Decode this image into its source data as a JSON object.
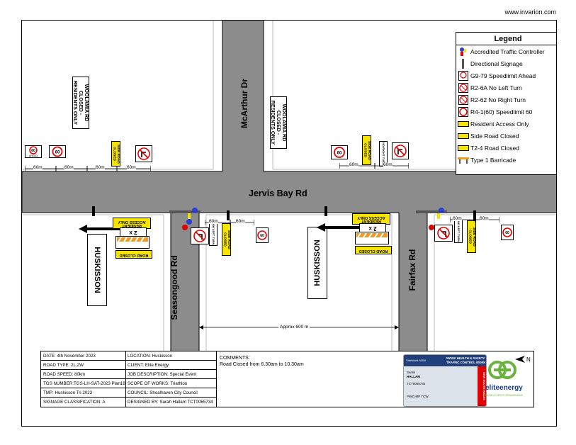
{
  "website": "www.invarion.com",
  "roads": {
    "main": "Jervis Bay Rd",
    "north": "McArthur Dr",
    "side_left": "Seasongood Rd",
    "side_right": "Fairfax Rd"
  },
  "signs": {
    "woolamia": "WOOLAMIA RD CLOSED - RESIDENTS ONLY",
    "huskisson": "HUSKISSON",
    "side_road_closed": "SIDE ROAD CLOSED",
    "no_right_turn": "NO RIGHT TURN",
    "no_left_turn": "NO LEFT TURN",
    "speed_ahead": "AHEAD",
    "speed": "60",
    "resident_access": "RESIDENT ACCESS ONLY",
    "road_closed": "ROAD CLOSED",
    "two_x": "2 x"
  },
  "dimensions": {
    "d60m": "60m",
    "approx": "Approx 600 m"
  },
  "legend": {
    "title": "Legend",
    "items": [
      {
        "icon": "traffic-controller-icon",
        "label": "Accredited Traffic Controller"
      },
      {
        "icon": "directional-signage-icon",
        "label": "Directional Signage"
      },
      {
        "icon": "speedlimit-ahead-icon",
        "label": "G9-79 Speedlimit Ahead"
      },
      {
        "icon": "no-left-turn-icon",
        "label": "R2-6A No Left Turn"
      },
      {
        "icon": "no-right-turn-icon",
        "label": "R2-62 No Right Turn"
      },
      {
        "icon": "speedlimit-60-icon",
        "label": "R4-1(60) Speedlimit 60"
      },
      {
        "icon": "resident-access-icon",
        "label": "Resident Access Only"
      },
      {
        "icon": "side-road-closed-icon",
        "label": "Side Road Closed"
      },
      {
        "icon": "road-closed-icon",
        "label": "T2-4 Road Closed"
      },
      {
        "icon": "barricade-icon",
        "label": "Type 1 Barricade"
      }
    ]
  },
  "info": {
    "date": "DATE: 4th November 2023",
    "road_type": "ROAD TYPE: 2L,2W",
    "road_speed": "ROAD SPEED: 80km",
    "tgs_number": "TGS NUMBER:TGS-LH-SAT-2023 Plan18",
    "tmp": "TMP: Huskisson Tri 2023",
    "signage": "SIGNAGE CLASSIFICATION: A",
    "location": "LOCATION: Huskisson",
    "client": "CLIENT: Elite Energy",
    "job": "JOB DESCRIPTION: Special Event",
    "scope": "SCOPE OF WORKS: Triathlon",
    "council": "COUNCIL: Shoalhaven City Council",
    "designed": "DESIGNED BY: Sarah Hallam TCT0065734",
    "comments_title": "COMMENTS:",
    "comments": "Road Closed from 6.30am to 10.30am"
  },
  "card": {
    "agency": "SafeWork NSW",
    "title1": "WORK HEALTH & SAFETY",
    "title2": "TRAFFIC CONTROL WORK",
    "name1": "Sarah",
    "name2": "HALLAM",
    "number": "TCT0065734",
    "state": "NEW SOUTH WALES",
    "types": "PWZ  IMP  TCW"
  },
  "brand": {
    "name": "eliteenergy",
    "tagline": "MAKING EVENTS REMARKABLE",
    "green": "#6ab43e",
    "blue": "#1d3f8f"
  },
  "colors": {
    "road": "#8c8c8c",
    "sign_yellow": "#f5e400",
    "sign_red": "#e10000"
  },
  "north": "N"
}
